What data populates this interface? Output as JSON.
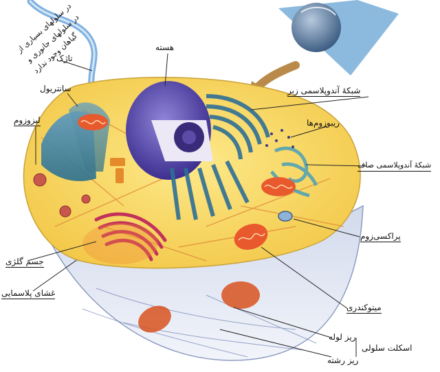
{
  "labels": {
    "flagellum": "تاژک",
    "flagellum_note_1": "در سلولهای جانوری و",
    "flagellum_note_2": "گیاهان وجود ندارد",
    "flagellum_note_3": "در سلولهای بسیاری از",
    "centriole": "سانتریول",
    "lysosome": "لیزوزوم",
    "nucleus": "هسته",
    "rough_er": "شبکهٔ آندوپلاسمی زبر",
    "ribosomes": "ریبوزوم‌ها",
    "smooth_er": "شبکهٔ آندوپلاسمی صاف",
    "peroxisome": "پراکسی‌زوم",
    "golgi": "جسم گلژی",
    "plasma_membrane": "غشای پلاسمایی",
    "mitochondrion": "میتوکندری",
    "microtubule": "ریز لوله",
    "cytoskeleton": "اسکلت سلولی",
    "microfilament": "ریز رشته"
  }
}
